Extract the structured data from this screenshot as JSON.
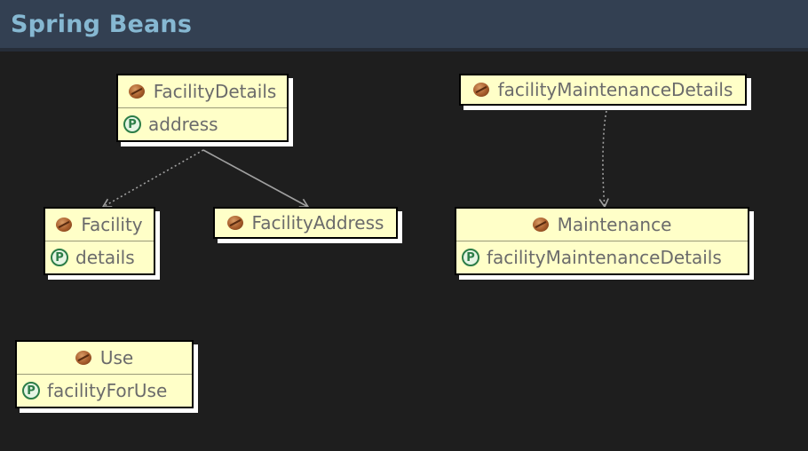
{
  "panel": {
    "title": "Spring Beans"
  },
  "beans": {
    "facility_details": {
      "name": "FacilityDetails",
      "properties": [
        "address"
      ]
    },
    "facility": {
      "name": "Facility",
      "properties": [
        "details"
      ]
    },
    "facility_address": {
      "name": "FacilityAddress",
      "properties": []
    },
    "facility_maintenance_details": {
      "name": "facilityMaintenanceDetails",
      "properties": []
    },
    "maintenance": {
      "name": "Maintenance",
      "properties": [
        "facilityMaintenanceDetails"
      ]
    },
    "use": {
      "name": "Use",
      "properties": [
        "facilityForUse"
      ]
    }
  },
  "edges": [
    {
      "from": "FacilityDetails",
      "to": "Facility",
      "style": "dotted"
    },
    {
      "from": "FacilityDetails",
      "to": "FacilityAddress",
      "style": "solid"
    },
    {
      "from": "facilityMaintenanceDetails",
      "to": "Maintenance",
      "style": "dotted"
    }
  ],
  "icons": {
    "bean": "coffee-bean-icon",
    "property": "property-p-icon"
  },
  "colors": {
    "node_fill": "#ffffc8",
    "title": "#86b8d2",
    "background": "#1e1e1e",
    "edge": "#a0a0a0"
  }
}
